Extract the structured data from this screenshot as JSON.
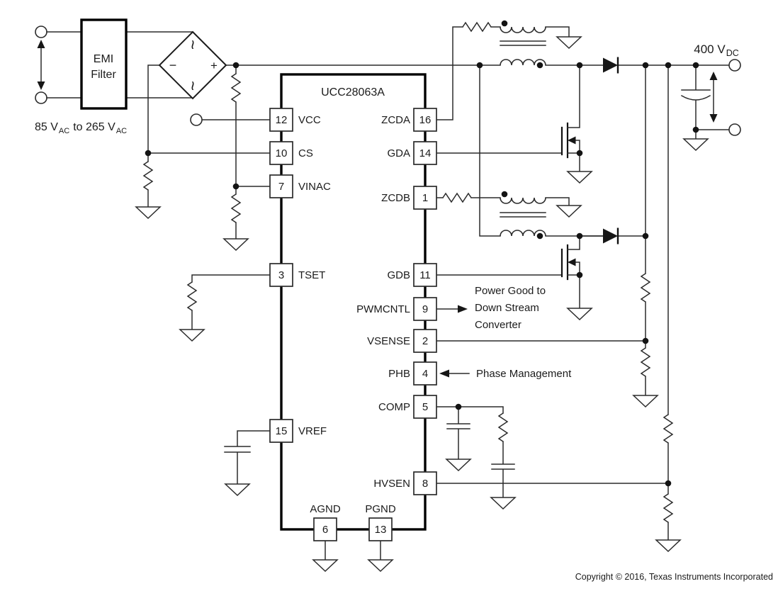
{
  "diagram": {
    "ic": {
      "title": "UCC28063A"
    },
    "pins": {
      "left": [
        {
          "num": "12",
          "name": "VCC"
        },
        {
          "num": "10",
          "name": "CS"
        },
        {
          "num": "7",
          "name": "VINAC"
        },
        {
          "num": "3",
          "name": "TSET"
        },
        {
          "num": "15",
          "name": "VREF"
        }
      ],
      "right": [
        {
          "num": "16",
          "name": "ZCDA"
        },
        {
          "num": "14",
          "name": "GDA"
        },
        {
          "num": "1",
          "name": "ZCDB"
        },
        {
          "num": "11",
          "name": "GDB"
        },
        {
          "num": "9",
          "name": "PWMCNTL"
        },
        {
          "num": "2",
          "name": "VSENSE"
        },
        {
          "num": "4",
          "name": "PHB"
        },
        {
          "num": "5",
          "name": "COMP"
        },
        {
          "num": "8",
          "name": "HVSEN"
        }
      ],
      "bottom": [
        {
          "num": "6",
          "name": "AGND"
        },
        {
          "num": "13",
          "name": "PGND"
        }
      ]
    },
    "input": {
      "emi_line1": "EMI",
      "emi_line2": "Filter",
      "range_v1": "85 V",
      "range_s1": "AC",
      "range_v2": "to 265 V",
      "range_s2": "AC"
    },
    "bridge": {
      "minus": "−",
      "plus": "+",
      "ac_top": "~",
      "ac_bottom": "~"
    },
    "output": {
      "value": "400 V",
      "sub": "DC"
    },
    "notes": {
      "pwmcntl_line1": "Power Good to",
      "pwmcntl_line2": "Down Stream",
      "pwmcntl_line3": "Converter",
      "phb": "Phase Management"
    },
    "footer": {
      "copyright": "Copyright © 2016, Texas Instruments Incorporated"
    },
    "colors": {
      "ink": "#2b2b2b",
      "background": "#ffffff"
    }
  }
}
